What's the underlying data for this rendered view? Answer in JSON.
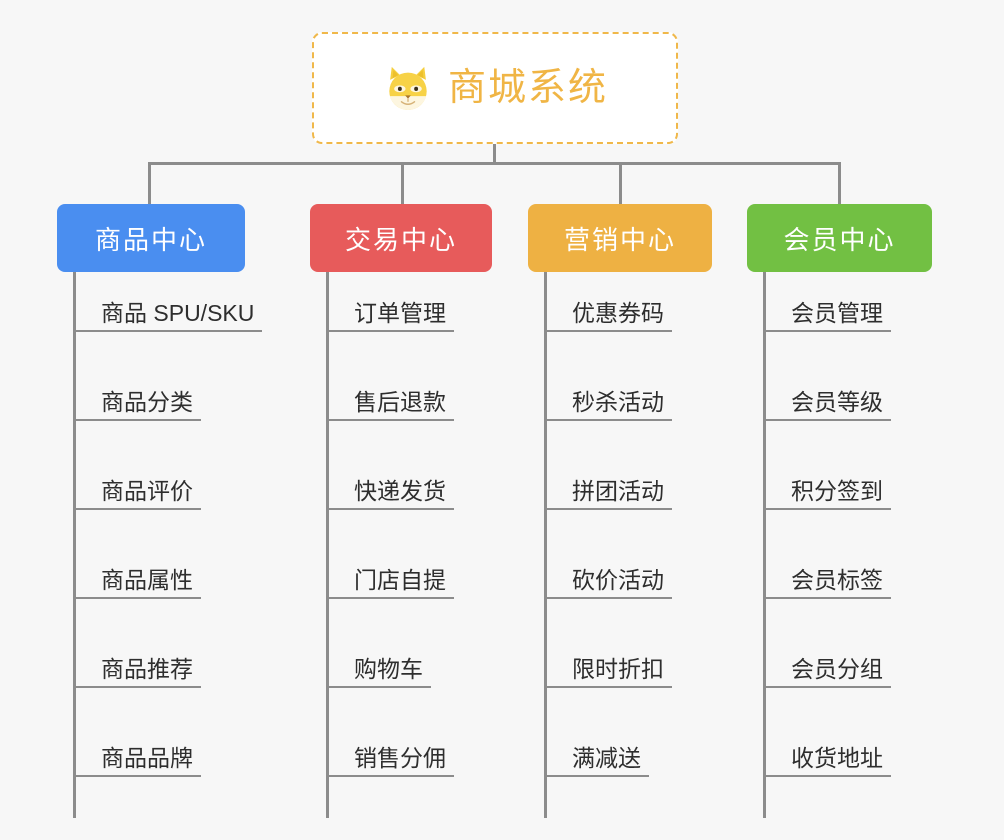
{
  "diagram": {
    "title": "商城系统",
    "type": "org-chart",
    "background_color": "#f7f7f7",
    "root": {
      "label": "商城系统",
      "icon": "shiba-dog-face-emoji",
      "text_color": "#f0b545",
      "border_color": "#f0b84a",
      "background_color": "#ffffff"
    },
    "connector_color": "#8c8c8c",
    "branches": [
      {
        "id": "product-center",
        "label": "商品中心",
        "color": "#4a8ef0",
        "items": [
          "商品 SPU/SKU",
          "商品分类",
          "商品评价",
          "商品属性",
          "商品推荐",
          "商品品牌"
        ]
      },
      {
        "id": "trade-center",
        "label": "交易中心",
        "color": "#e75b5b",
        "items": [
          "订单管理",
          "售后退款",
          "快递发货",
          "门店自提",
          "购物车",
          "销售分佣"
        ]
      },
      {
        "id": "marketing-center",
        "label": "营销中心",
        "color": "#eeb143",
        "items": [
          "优惠券码",
          "秒杀活动",
          "拼团活动",
          "砍价活动",
          "限时折扣",
          "满减送"
        ]
      },
      {
        "id": "member-center",
        "label": "会员中心",
        "color": "#72c043",
        "items": [
          "会员管理",
          "会员等级",
          "积分签到",
          "会员标签",
          "会员分组",
          "收货地址"
        ]
      }
    ]
  }
}
